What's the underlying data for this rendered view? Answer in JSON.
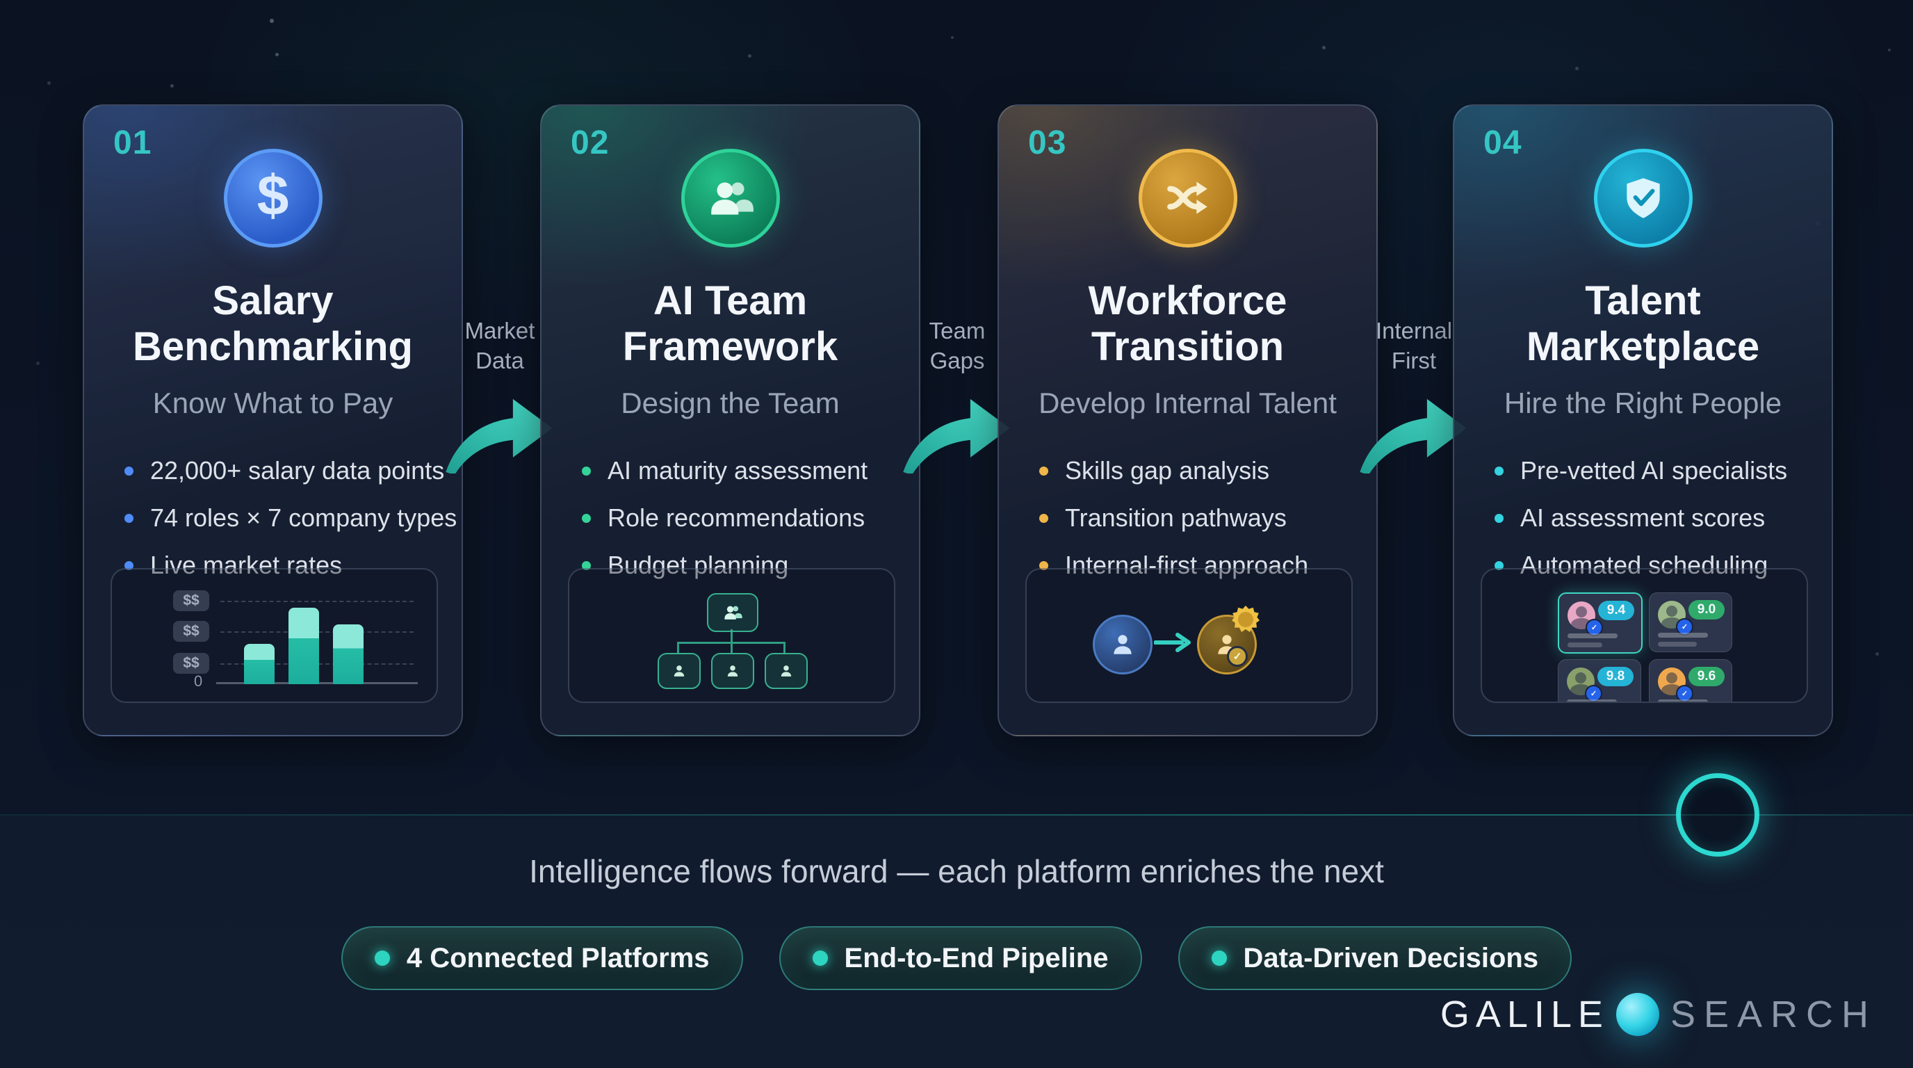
{
  "tagline": "Intelligence flows forward — each platform enriches the next",
  "brand": {
    "logo_left": "GALILE",
    "logo_right": "SEARCH",
    "logo_orb": "glowing-orb-icon"
  },
  "accent_colors": {
    "teal": "#2dd4bf",
    "blue": "#3b82f6",
    "green": "#10b981",
    "amber": "#e7a33b",
    "cyan": "#22c3e6"
  },
  "connectors": [
    {
      "label": "Market Data"
    },
    {
      "label": "Team Gaps"
    },
    {
      "label": "Internal First"
    }
  ],
  "cards": [
    {
      "number": "01",
      "icon": "dollar-circle-icon",
      "accent": "#3b82f6",
      "title": "Salary Benchmarking",
      "subtitle": "Know What to Pay",
      "bullets": [
        "22,000+ salary data points",
        "74 roles × 7 company types",
        "Live market rates"
      ],
      "chart": {
        "type": "bar",
        "y_axis_labels": [
          "$$",
          "$$",
          "$$"
        ],
        "baseline_label": "0",
        "bars_relative_height": [
          0.36,
          0.68,
          0.53
        ]
      }
    },
    {
      "number": "02",
      "icon": "team-circle-icon",
      "accent": "#10b981",
      "title": "AI Team Framework",
      "subtitle": "Design the Team",
      "bullets": [
        "AI maturity assessment",
        "Role recommendations",
        "Budget planning"
      ]
    },
    {
      "number": "03",
      "icon": "shuffle-circle-icon",
      "accent": "#e7a33b",
      "title": "Workforce Transition",
      "subtitle": "Develop Internal Talent",
      "bullets": [
        "Skills gap analysis",
        "Transition pathways",
        "Internal-first approach"
      ]
    },
    {
      "number": "04",
      "icon": "shield-check-circle-icon",
      "accent": "#22c3e6",
      "title": "Talent Marketplace",
      "subtitle": "Hire the Right People",
      "bullets": [
        "Pre-vetted AI specialists",
        "AI assessment scores",
        "Automated scheduling"
      ],
      "profiles": [
        {
          "score": "9.4"
        },
        {
          "score": "9.0"
        },
        {
          "score": "9.8"
        },
        {
          "score": "9.6"
        }
      ]
    }
  ],
  "badges": [
    {
      "label": "4 Connected Platforms"
    },
    {
      "label": "End-to-End Pipeline"
    },
    {
      "label": "Data-Driven Decisions"
    }
  ]
}
